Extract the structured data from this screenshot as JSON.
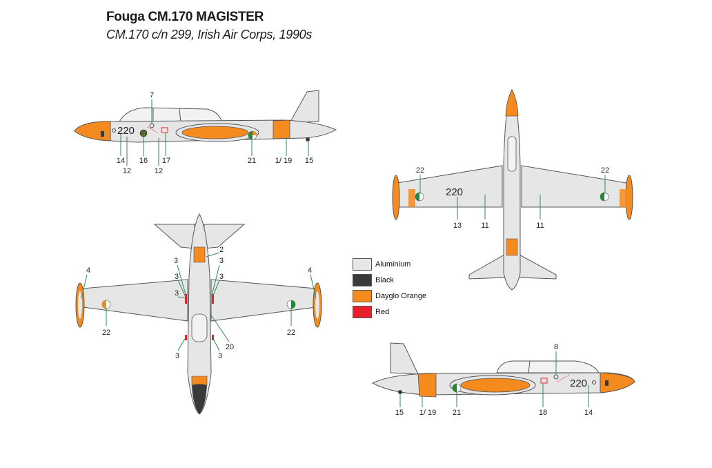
{
  "header": {
    "title": "Fouga CM.170 MAGISTER",
    "subtitle": "CM.170 c/n 299, Irish Air Corps, 1990s"
  },
  "colors": {
    "aluminium": "#e6e6e6",
    "black": "#3a3a3a",
    "orange": "#f58a1f",
    "red": "#e8202a",
    "callout_green": "#2e8b57",
    "outline": "#555555",
    "roundel_green": "#1f8a3a",
    "roundel_white": "#ffffff"
  },
  "legend": [
    {
      "label": "Aluminium",
      "color": "#e6e6e6"
    },
    {
      "label": "Black",
      "color": "#3a3a3a"
    },
    {
      "label": "Dayglo Orange",
      "color": "#f58a1f"
    },
    {
      "label": "Red",
      "color": "#e8202a"
    }
  ],
  "serial": "220",
  "views": {
    "left_side": {
      "callouts": [
        "7",
        "14",
        "12",
        "16",
        "12",
        "17",
        "21",
        "1/ 19",
        "15"
      ]
    },
    "top": {
      "callouts": [
        "22",
        "13",
        "11",
        "11",
        "22"
      ]
    },
    "bottom": {
      "callouts": [
        "4",
        "22",
        "3",
        "3",
        "3",
        "2",
        "3",
        "3",
        "20",
        "3",
        "3",
        "4",
        "22"
      ]
    },
    "right_side": {
      "callouts": [
        "8",
        "15",
        "1/ 19",
        "21",
        "18",
        "14"
      ]
    }
  }
}
